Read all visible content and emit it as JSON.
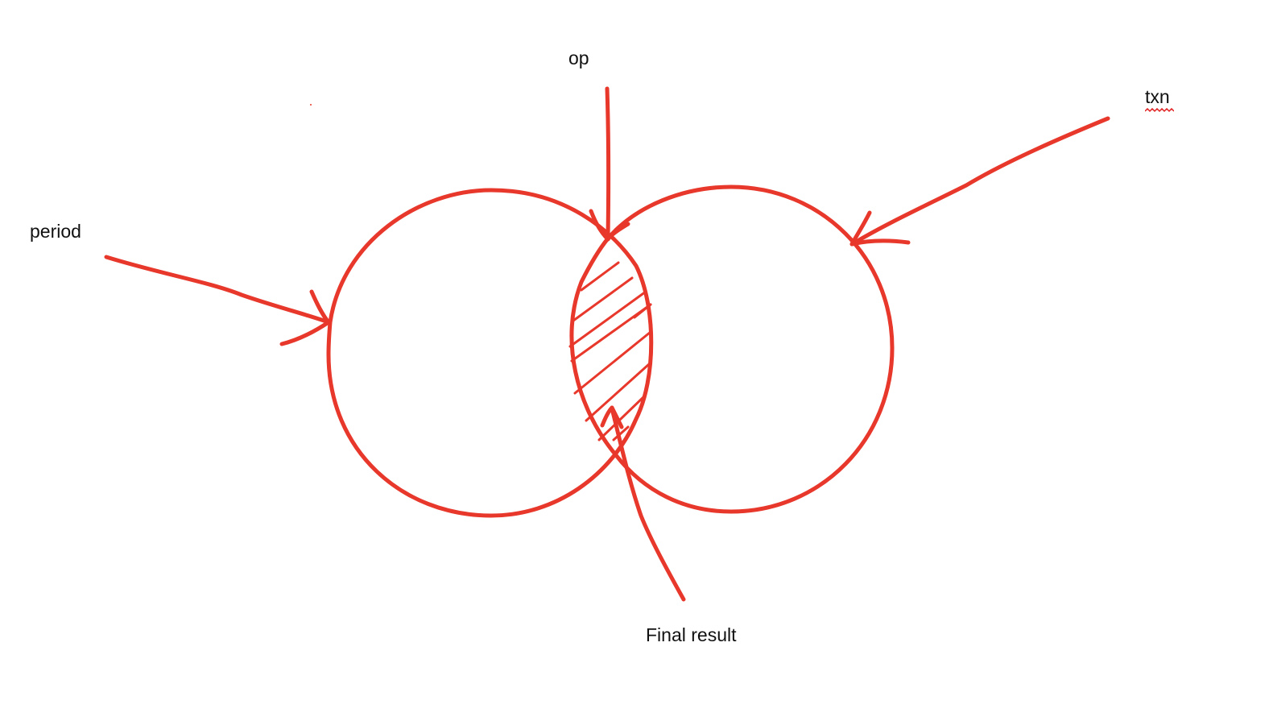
{
  "labels": {
    "op": "op",
    "txn": "txn",
    "period": "period",
    "final_result": "Final result"
  },
  "colors": {
    "stroke": "#e8372b",
    "text": "#111111",
    "spellcheck_underline": "#e02020"
  }
}
